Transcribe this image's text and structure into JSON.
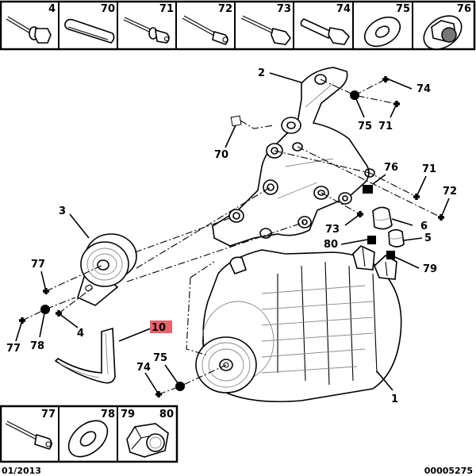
{
  "diagram": {
    "title": "Alternator assembly exploded parts diagram",
    "footer": {
      "date": "01/2013",
      "diagram_number": "00005275"
    },
    "top_parts_row": [
      {
        "ref": "4",
        "icon": "flanged-hex-bolt-icon"
      },
      {
        "ref": "70",
        "icon": "dowel-pin-icon"
      },
      {
        "ref": "71",
        "icon": "stepped-bolt-icon"
      },
      {
        "ref": "72",
        "icon": "socket-cap-screw-icon"
      },
      {
        "ref": "73",
        "icon": "hex-bolt-icon"
      },
      {
        "ref": "74",
        "icon": "hex-bolt-short-icon"
      },
      {
        "ref": "75",
        "icon": "split-washer-icon"
      },
      {
        "ref": "76",
        "icon": "flange-lock-nut-icon"
      }
    ],
    "bottom_parts_row": [
      {
        "ref": "77",
        "icon": "socket-cap-screw-icon"
      },
      {
        "ref": "78",
        "icon": "flat-washer-icon"
      },
      {
        "ref": "79",
        "ref2": "80",
        "icon": "hex-nut-icon"
      }
    ],
    "callouts": {
      "alternator": "1",
      "bracket": "2",
      "tensioner_pulley": "3",
      "tensioner_bolt": "4",
      "cap_5": "5",
      "cap_6": "6",
      "belt": "10",
      "dowel": "70",
      "bolt_71_top": "71",
      "bolt_71_right": "71",
      "bolt_72": "72",
      "bolt_73": "73",
      "bolt_74_top": "74",
      "bolt_74_bottom": "74",
      "washer_75_top": "75",
      "washer_75_bottom": "75",
      "nut_76": "76",
      "screw_77_upper": "77",
      "screw_77_lower": "77",
      "washer_78": "78",
      "nut_79": "79",
      "nut_80": "80"
    },
    "highlight": {
      "ref": "10",
      "color": "#e8636b"
    }
  }
}
